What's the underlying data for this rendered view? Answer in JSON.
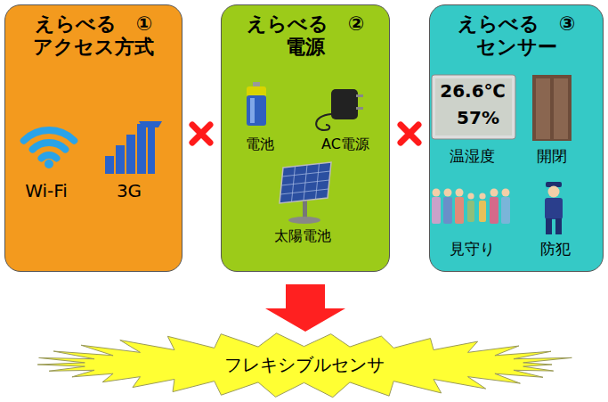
{
  "diagram": {
    "nodes": [
      {
        "text": [
          "えらべる　① アクセス方式"
        ]
      },
      {
        "text": [
          "えらべる　② 電源"
        ]
      },
      {
        "text": [
          "えらべる　③ センサー"
        ]
      },
      {
        "text": [
          "フレキシブルセンサ"
        ]
      }
    ],
    "edges": [
      {
        "from": 1,
        "to": 3,
        "arrow": "to"
      }
    ],
    "labels": [
      "Wi-Fi",
      "3G",
      "電池",
      "AC電源",
      "太陽電池",
      "26.6℃",
      "57%",
      "温湿度",
      "開閉",
      "見守り",
      "防犯"
    ]
  }
}
